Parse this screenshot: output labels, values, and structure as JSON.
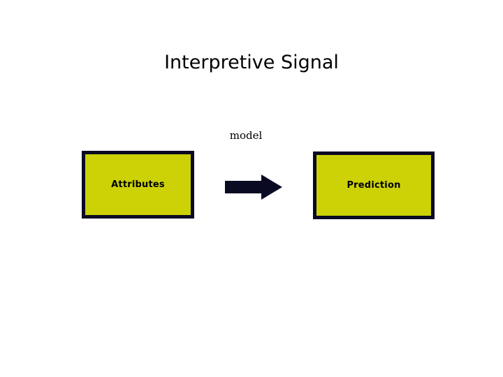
{
  "slide": {
    "title": "Interpretive Signal",
    "background_color": "#ffffff"
  },
  "diagram": {
    "type": "flow",
    "node_fill_color": "#ccd206",
    "node_border_color": "#0a0a23",
    "arrow_color": "#0a0a23",
    "text_color": "#000000",
    "nodes": [
      {
        "id": "attributes",
        "label": "Attributes",
        "shape": "rectangle"
      },
      {
        "id": "prediction",
        "label": "Prediction",
        "shape": "rectangle"
      }
    ],
    "edges": [
      {
        "id": "attributes-to-prediction",
        "label": "model",
        "from": "attributes",
        "to": "prediction",
        "style": "block-arrow",
        "direction": "right"
      }
    ]
  }
}
